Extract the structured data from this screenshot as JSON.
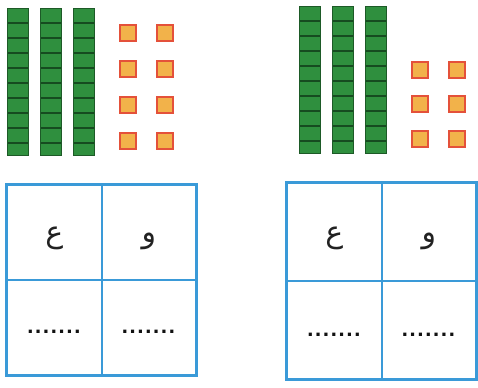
{
  "panels": [
    {
      "tens_rods": 3,
      "unit_squares": 8,
      "table": {
        "header_left": "ع",
        "header_right": "و",
        "answer_left": ".......",
        "answer_right": "......."
      }
    },
    {
      "tens_rods": 3,
      "unit_squares": 6,
      "table": {
        "header_left": "ع",
        "header_right": "و",
        "answer_left": ".......",
        "answer_right": "......."
      }
    }
  ],
  "colors": {
    "rod_green": "#2f8f3e",
    "unit_fill": "#f2b24a",
    "unit_border": "#e4513a",
    "table_border": "#3a9ad8"
  }
}
